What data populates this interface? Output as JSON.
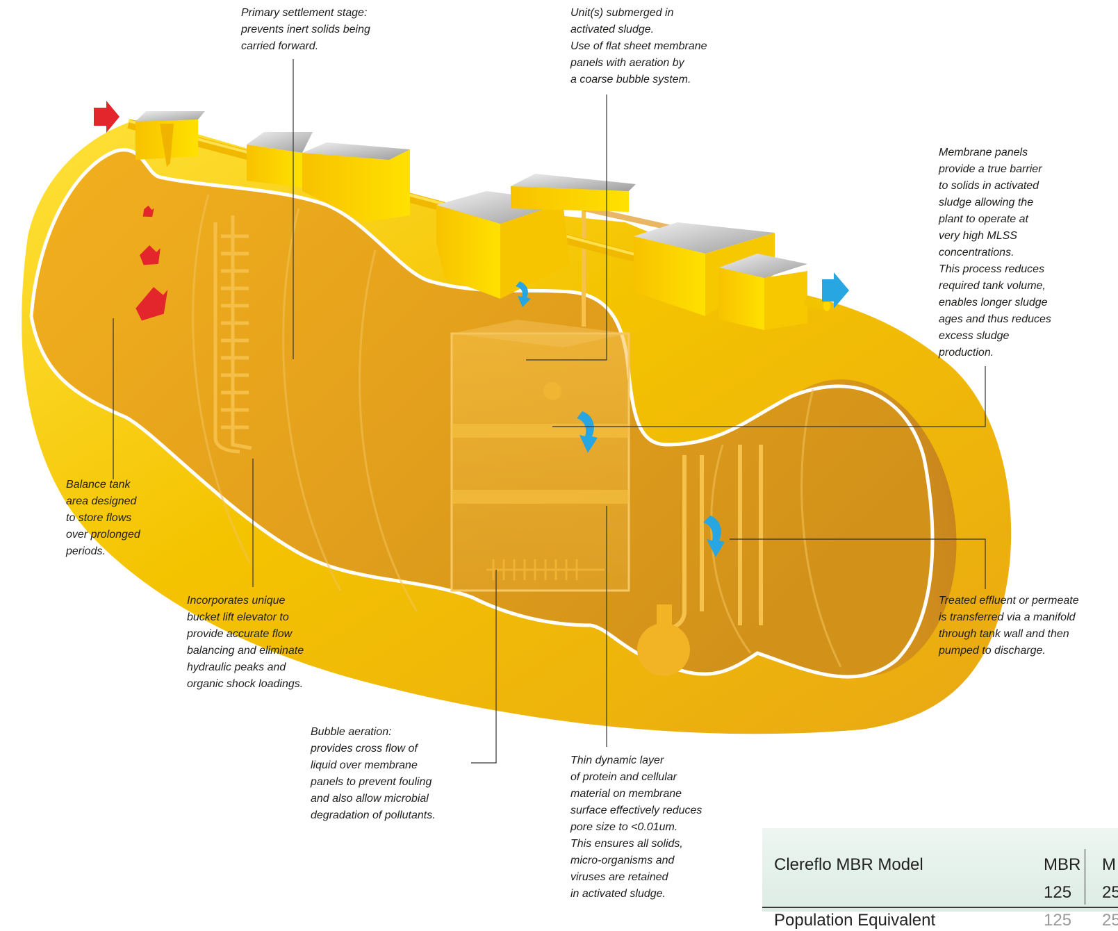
{
  "callouts": {
    "primary_settlement": "Primary settlement stage:\nprevents inert solids being\ncarried forward.",
    "units_submerged": "Unit(s) submerged in\nactivated sludge.\nUse of flat sheet membrane\npanels with aeration by\na coarse bubble system.",
    "membrane_panels": "Membrane panels\nprovide a true barrier\nto solids in activated\nsludge allowing the\nplant to operate at\nvery high MLSS\nconcentrations.\nThis process reduces\nrequired tank volume,\nenables longer sludge\nages and thus reduces\nexcess sludge\nproduction.",
    "balance_tank": "Balance tank\narea designed\nto store flows\nover prolonged\nperiods.",
    "bucket_lift": "Incorporates unique\nbucket lift elevator to\nprovide accurate flow\nbalancing and eliminate\nhydraulic peaks and\norganic shock loadings.",
    "treated_effluent": "Treated effluent or permeate\nis transferred via a manifold\nthrough tank wall and then\npumped to discharge.",
    "bubble_aeration": "Bubble aeration:\nprovides cross flow of\nliquid over membrane\npanels to prevent fouling\nand also allow microbial\ndegradation of pollutants.",
    "dynamic_layer": "Thin dynamic layer\nof protein and cellular\nmaterial on membrane\nsurface effectively reduces\npore size to <0.01um.\nThis ensures all solids,\nmicro-organisms and\nviruses are retained\nin activated sludge."
  },
  "table": {
    "header_label": "Clereflo MBR Model",
    "col1_line1": "MBR",
    "col1_line2": "125",
    "col2_line1": "M",
    "col2_line2": "25",
    "row1_label": "Population Equivalent",
    "row1_col1": "125",
    "row1_col2": "25"
  },
  "colors": {
    "tank_outer": "#f2c500",
    "tank_inner": "#e8a718",
    "tank_shadow": "#c98a1c",
    "lid_gray": "#b4b4b4",
    "inflow_arrow": "#e3262b",
    "outflow_arrow": "#27a6e1",
    "leader_line": "#333333"
  },
  "icons": {
    "inflow": "red-arrow-icon",
    "outflow": "blue-arrow-icon"
  }
}
